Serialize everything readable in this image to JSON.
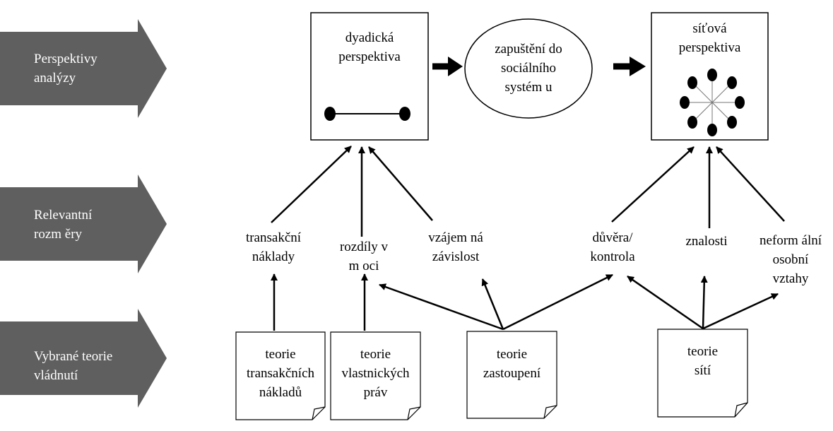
{
  "row_labels": [
    [
      "Perspektivy",
      "analýzy"
    ],
    [
      "Relevantní",
      "rozm ěry"
    ],
    [
      "Vybrané teorie",
      "vládnutí"
    ]
  ],
  "perspectives": {
    "dyadic": [
      "dyadická",
      "perspektiva"
    ],
    "embedding": [
      "zapuštění do",
      "sociálního",
      "systém u"
    ],
    "network": [
      "síťová",
      "perspektiva"
    ]
  },
  "dimensions": {
    "transaction_costs": [
      "transakční",
      "náklady"
    ],
    "power_differences": [
      "rozdíly v",
      "m oci"
    ],
    "interdependence": [
      "vzájem ná",
      "závislost"
    ],
    "trust_control": [
      "důvěra/",
      "kontrola"
    ],
    "knowledge": [
      "znalosti"
    ],
    "informal_relations": [
      "neform ální",
      "osobní",
      "vztahy"
    ]
  },
  "theories": {
    "transaction_cost_theory": [
      "teorie",
      "transakčních",
      "nákladů"
    ],
    "property_rights_theory": [
      "teorie",
      "vlastnických",
      "práv"
    ],
    "agency_theory": [
      "teorie",
      "zastoupení"
    ],
    "network_theory": [
      "teorie",
      "sítí"
    ]
  },
  "colors": {
    "arrow_fill": "#5f5f5f",
    "line": "#000000",
    "background": "#ffffff"
  }
}
